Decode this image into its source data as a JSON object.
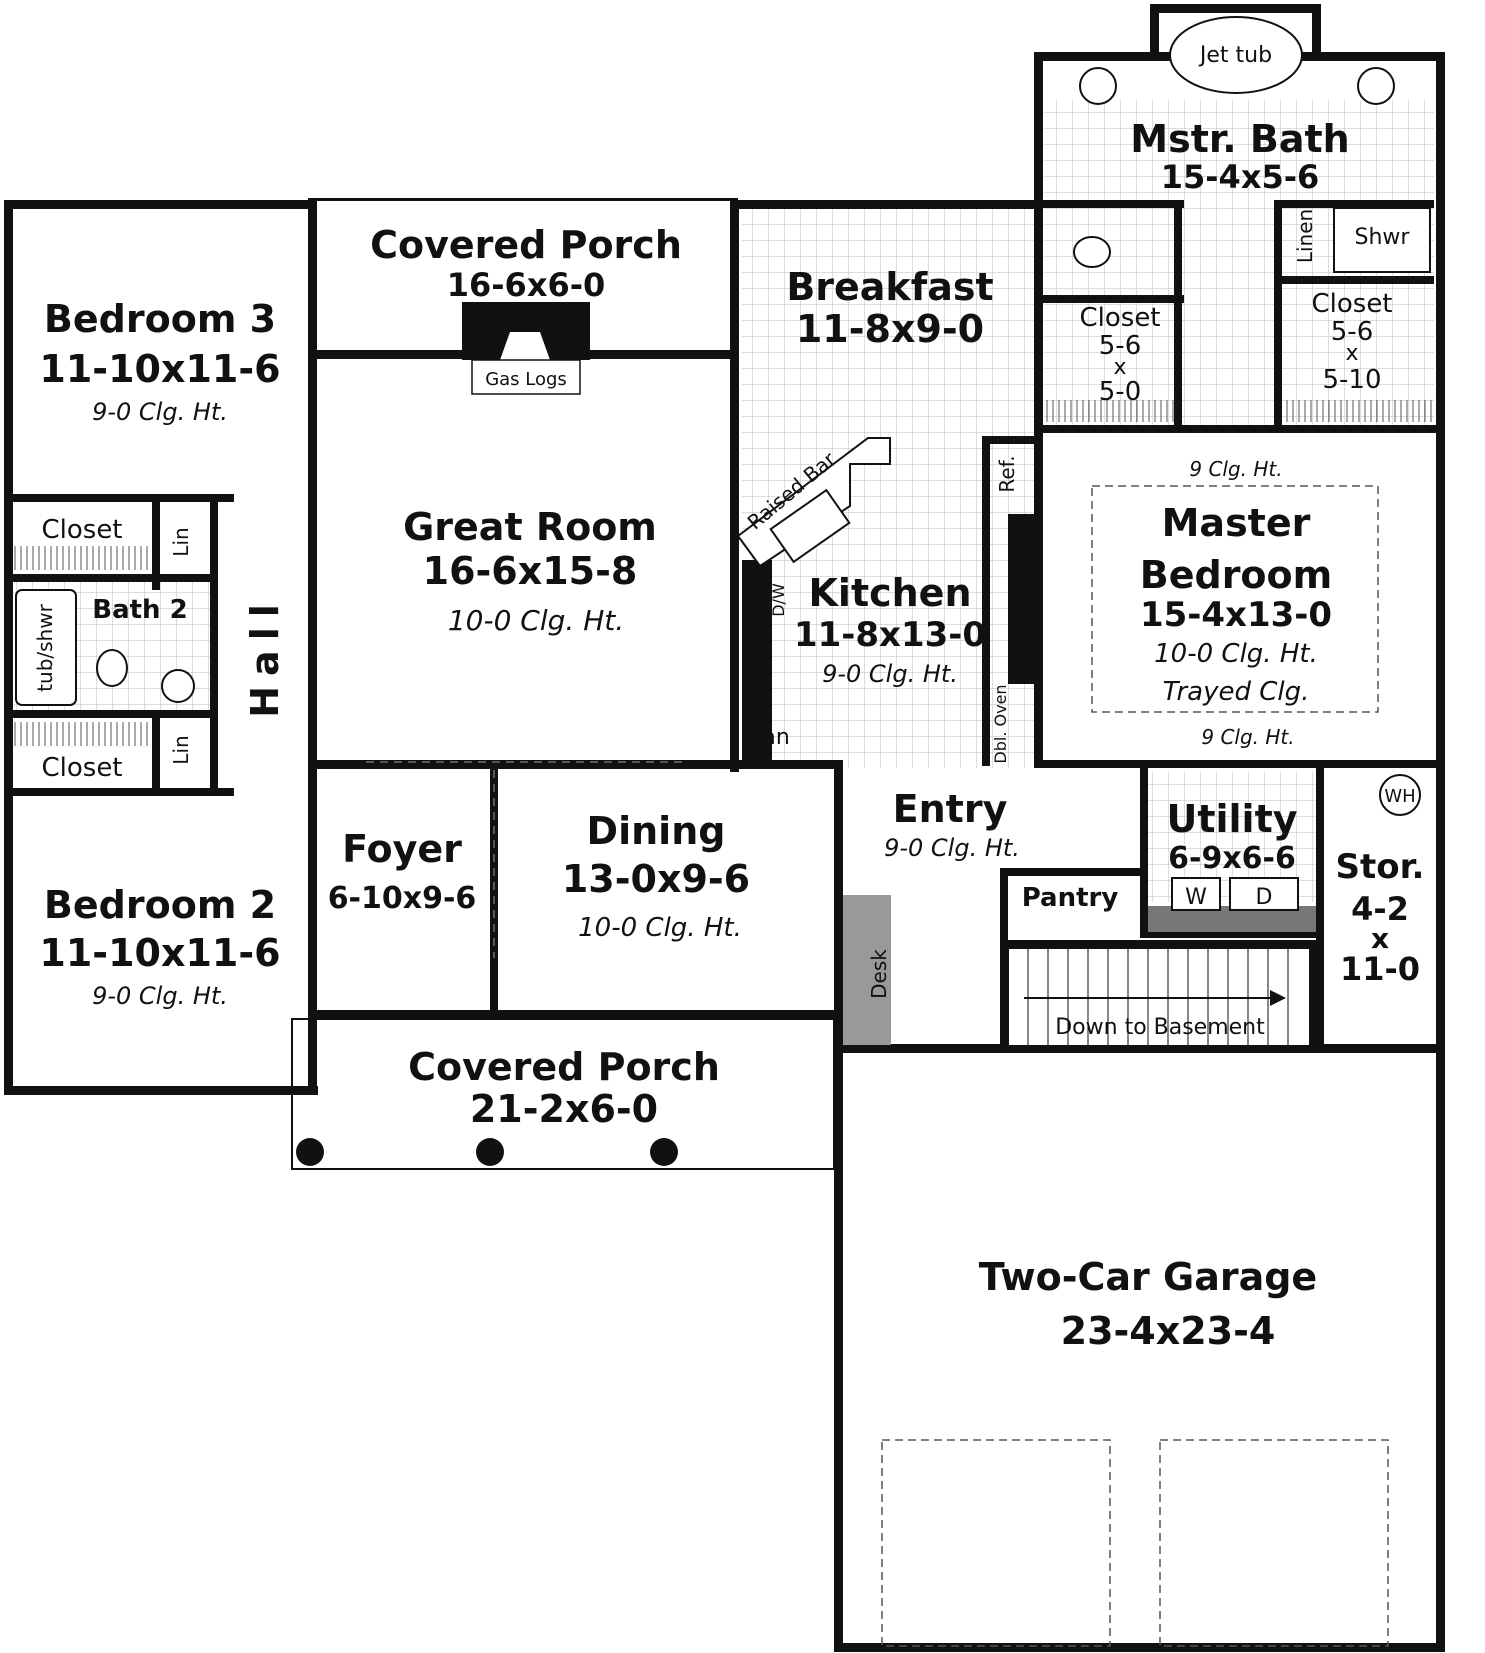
{
  "rooms": {
    "bedroom3": {
      "name": "Bedroom 3",
      "dim": "11-10x11-6",
      "ceiling": "9-0 Clg. Ht."
    },
    "covered_porch_back": {
      "name": "Covered Porch",
      "dim": "16-6x6-0"
    },
    "gas_logs": "Gas Logs",
    "breakfast": {
      "name": "Breakfast",
      "dim": "11-8x9-0"
    },
    "mstr_bath": {
      "name": "Mstr. Bath",
      "dim": "15-4x5-6"
    },
    "jet_tub": "Jet tub",
    "shwr": "Shwr",
    "linen": "Linen",
    "closet_left_mb": {
      "name": "Closet",
      "dim_a": "5-6",
      "x": "x",
      "dim_b": "5-0"
    },
    "closet_right_mb": {
      "name": "Closet",
      "dim_a": "5-6",
      "x": "x",
      "dim_b": "5-10"
    },
    "great_room": {
      "name": "Great Room",
      "dim": "16-6x15-8",
      "ceiling": "10-0 Clg. Ht."
    },
    "closet_top": "Closet",
    "lin_top": "Lin",
    "bath2": "Bath 2",
    "tub_shwr": "tub/shwr",
    "hall": "Hall",
    "closet_bottom": "Closet",
    "lin_bottom": "Lin",
    "raised_bar": "Raised Bar",
    "ref": "Ref.",
    "dw": "D/W",
    "kitchen": {
      "name": "Kitchen",
      "dim": "11-8x13-0",
      "ceiling": "9-0 Clg. Ht."
    },
    "pan": "Pan",
    "dbl_oven": "Dbl. Oven",
    "master_bedroom": {
      "name_line1": "Master",
      "name_line2": "Bedroom",
      "dim": "15-4x13-0",
      "ceiling": "10-0 Clg. Ht.",
      "trayed": "Trayed Clg.",
      "side_clg_top": "9 Clg. Ht.",
      "side_clg_bottom": "9 Clg. Ht."
    },
    "bedroom2": {
      "name": "Bedroom 2",
      "dim": "11-10x11-6",
      "ceiling": "9-0 Clg. Ht."
    },
    "foyer": {
      "name": "Foyer",
      "dim": "6-10x9-6"
    },
    "dining": {
      "name": "Dining",
      "dim": "13-0x9-6",
      "ceiling": "10-0 Clg. Ht."
    },
    "entry": {
      "name": "Entry",
      "ceiling": "9-0 Clg. Ht."
    },
    "utility": {
      "name": "Utility",
      "dim": "6-9x6-6",
      "washer": "W",
      "dryer": "D"
    },
    "wh": "WH",
    "stor": {
      "name": "Stor.",
      "dim_a": "4-2",
      "x": "x",
      "dim_b": "11-0"
    },
    "pantry": "Pantry",
    "desk": "Desk",
    "stairs": "Down to Basement",
    "covered_porch_front": {
      "name": "Covered Porch",
      "dim": "21-2x6-0"
    },
    "garage": {
      "name": "Two-Car Garage",
      "dim": "23-4x23-4"
    }
  }
}
